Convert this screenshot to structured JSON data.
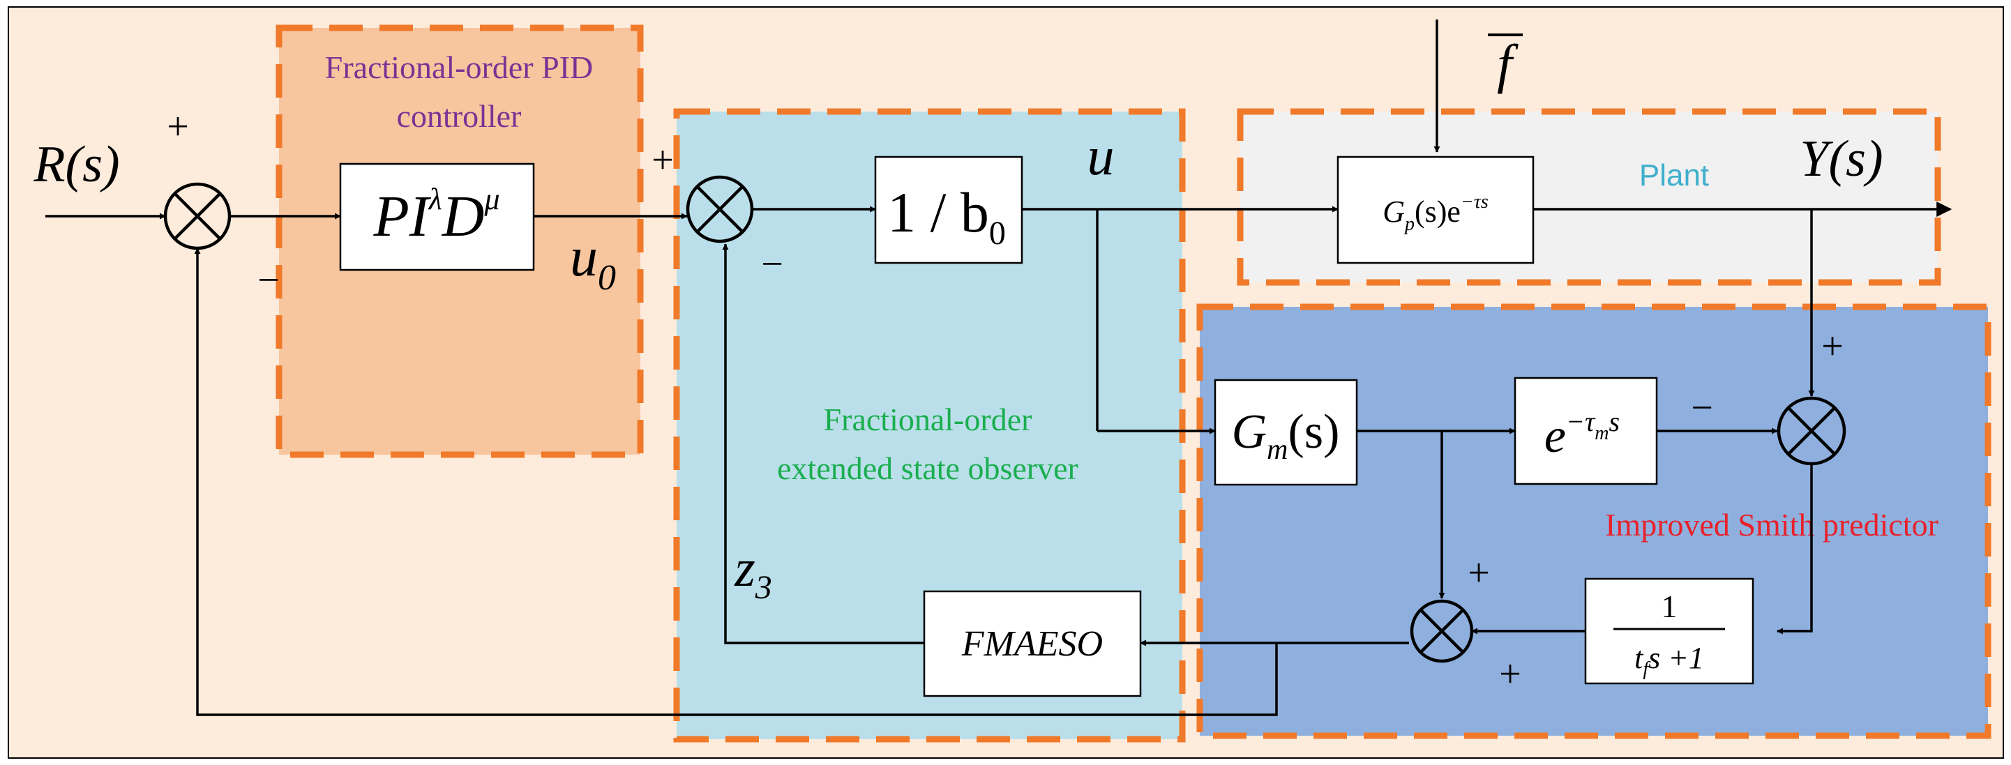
{
  "regions": {
    "pid": {
      "title_line1": "Fractional-order PID",
      "title_line2": "controller",
      "color": "#7B3294"
    },
    "eso": {
      "title_line1": "Fractional-order",
      "title_line2": "extended state observer",
      "color": "#1AAE4E"
    },
    "plant": {
      "title": "Plant",
      "color": "#3FAFCC"
    },
    "smith": {
      "title": "Improved Smith predictor",
      "color": "#E8212B"
    }
  },
  "blocks": {
    "pid": {
      "main": "PI",
      "sup1": "λ",
      "mid": "D",
      "sup2": "μ"
    },
    "gain": {
      "main": "1 / b",
      "sub": "0"
    },
    "plant": {
      "main": "G",
      "sub": "p",
      "after": "(s)e",
      "sup": "−τs"
    },
    "model": {
      "main": "G",
      "sub": "m",
      "after": "(s)"
    },
    "delay": {
      "main": "e",
      "sup1": "−τ",
      "sub": "m",
      "sup2": "s"
    },
    "filter": {
      "numerator": "1",
      "den_t": "t",
      "den_sub": "f",
      "den_rest": "s +1"
    },
    "fmaeso": {
      "label": "FMAESO"
    }
  },
  "signals": {
    "input": "R(s)",
    "output": "Y(s)",
    "u0": {
      "main": "u",
      "sub": "0"
    },
    "u": "u",
    "z3": {
      "main": "z",
      "sub": "3"
    },
    "disturbance": "f"
  },
  "signs": {
    "sum1_top": "+",
    "sum1_bottom": "−",
    "sum2_left": "+",
    "sum2_bottom": "−",
    "sum3_top": "+",
    "sum3_left": "−",
    "sum4_top": "+",
    "sum4_bottom": "+"
  },
  "colors": {
    "background": "#FDEBDC",
    "pid_fill": "#F7C59E",
    "eso_fill": "#BADFEA",
    "plant_fill": "#F1F1F1",
    "smith_fill": "#8FB0DE",
    "dash": "#F07A2A",
    "line": "#000000"
  }
}
